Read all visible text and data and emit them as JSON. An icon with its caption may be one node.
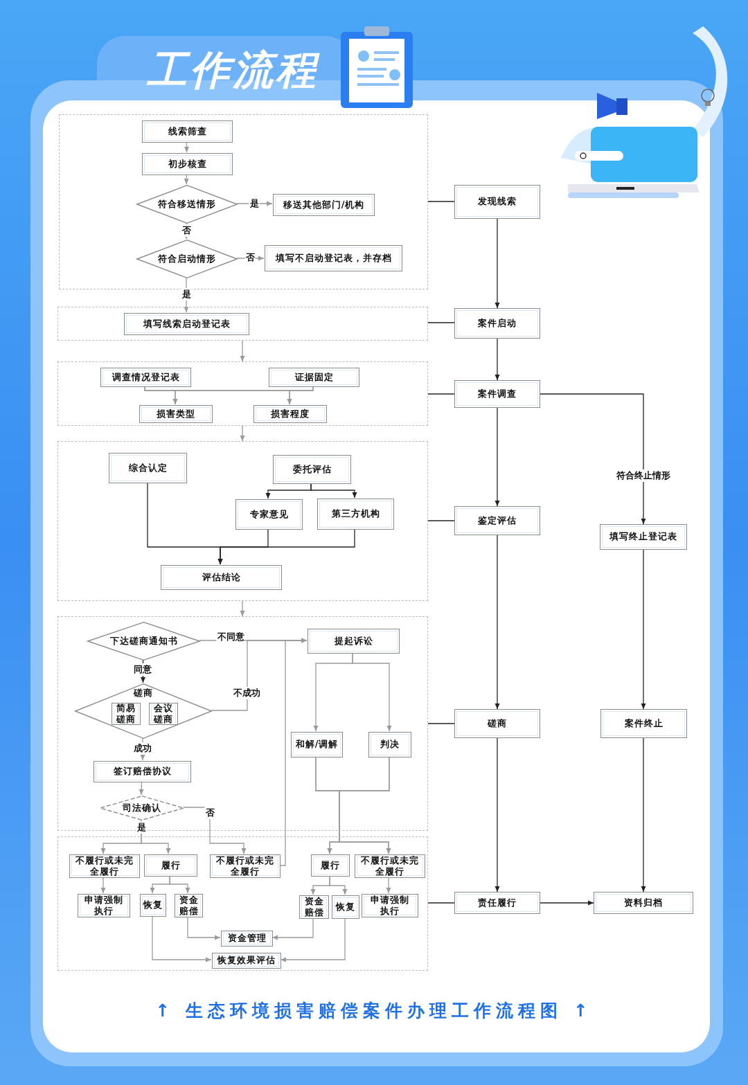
{
  "diagram": {
    "title": "工作流程",
    "caption": "↑ 生态环境损害赔偿案件办理工作流程图 ↑",
    "nodes": [
      {
        "text": [],
        "shape": "box"
      },
      {
        "text": [
          "线索筛查"
        ],
        "in": 0
      },
      {
        "text": [
          "初步核查"
        ],
        "in": 0
      },
      {
        "text": [
          "符合移送情形"
        ],
        "in": 0
      },
      {
        "text": [
          "移送其他部门/机构"
        ],
        "in": 0
      },
      {
        "text": [
          "符合启动情形"
        ],
        "in": 0
      },
      {
        "text": [
          "填写不启动登记表，并存档"
        ],
        "in": 0
      },
      {
        "text": [],
        "shape": "box"
      },
      {
        "text": [
          "填写线索启动登记表"
        ],
        "in": 7
      },
      {
        "text": [],
        "shape": "box"
      },
      {
        "text": [
          "调查情况登记表"
        ],
        "in": 9
      },
      {
        "text": [
          "证据固定"
        ],
        "in": 9
      },
      {
        "text": [
          "损害类型"
        ],
        "in": 9
      },
      {
        "text": [
          "损害程度"
        ],
        "in": 9
      },
      {
        "text": [],
        "shape": "box"
      },
      {
        "text": [
          "综合认定"
        ],
        "in": 14
      },
      {
        "text": [
          "委托评估"
        ],
        "in": 14
      },
      {
        "text": [
          "专家意见"
        ],
        "in": 14
      },
      {
        "text": [
          "第三方机构"
        ],
        "in": 14
      },
      {
        "text": [
          "评估结论"
        ],
        "in": 14
      },
      {
        "text": [],
        "shape": "box"
      },
      {
        "text": [
          "下达磋商通知书"
        ],
        "in": 20
      },
      {
        "text": [
          "磋商"
        ],
        "in": 20
      },
      {
        "text": [
          "简易磋商"
        ],
        "in": 22
      },
      {
        "text": [
          "会议磋商"
        ],
        "in": 22
      },
      {
        "text": [
          "提起诉讼"
        ],
        "in": 20
      },
      {
        "text": [
          "和解/调解"
        ],
        "in": 20
      },
      {
        "text": [
          "判决"
        ],
        "in": 20
      },
      {
        "text": [
          "签订赔偿协议"
        ],
        "in": 20
      },
      {
        "text": [
          "司法确认"
        ],
        "in": 20
      },
      {
        "text": [],
        "shape": "box"
      },
      {
        "text": [
          "不履行或未完全履行"
        ],
        "in": 30
      },
      {
        "text": [
          "履行"
        ],
        "in": 30
      },
      {
        "text": [
          "不履行或未完全履行"
        ],
        "in": 30
      },
      {
        "text": [
          "履行"
        ],
        "in": 30
      },
      {
        "text": [
          "不履行或未完全履行"
        ],
        "in": 30
      },
      {
        "text": [
          "申请强制执行"
        ],
        "in": 30
      },
      {
        "text": [
          "恢复"
        ],
        "in": 30
      },
      {
        "text": [
          "资金赔偿"
        ],
        "in": 30
      },
      {
        "text": [
          "资金赔偿"
        ],
        "in": 30
      },
      {
        "text": [
          "恢复"
        ],
        "in": 30
      },
      {
        "text": [
          "申请强制执行"
        ],
        "in": 30
      },
      {
        "text": [
          "资金管理"
        ],
        "in": 30
      },
      {
        "text": [
          "恢复效果评估"
        ],
        "in": 30
      },
      {
        "text": [
          "发现线索"
        ]
      },
      {
        "text": [
          "案件启动"
        ]
      },
      {
        "text": [
          "案件调查"
        ]
      },
      {
        "text": [
          "鉴定评估"
        ]
      },
      {
        "text": [
          "填写终止登记表"
        ]
      },
      {
        "text": [
          "磋商"
        ]
      },
      {
        "text": [
          "案件终止"
        ]
      },
      {
        "text": [
          "责任履行"
        ]
      },
      {
        "text": [
          "资料归档"
        ]
      }
    ],
    "edges": [
      {
        "from": 1,
        "to": 2,
        "arrow": "to"
      },
      {
        "from": 2,
        "to": 3,
        "arrow": "to"
      },
      {
        "from": 3,
        "to": 4,
        "arrow": "to",
        "label": "是"
      },
      {
        "from": 3,
        "to": 5,
        "arrow": "to",
        "label": "否"
      },
      {
        "from": 5,
        "to": 6,
        "arrow": "to",
        "label": "否"
      },
      {
        "from": 5,
        "to": 8,
        "arrow": "to",
        "label": "是"
      },
      {
        "from": 7,
        "to": 9,
        "arrow": "to"
      },
      {
        "from": 10,
        "to": 12,
        "arrow": "to"
      },
      {
        "from": 10,
        "to": 13,
        "arrow": "to"
      },
      {
        "from": 11,
        "to": 12,
        "arrow": "to"
      },
      {
        "from": 11,
        "to": 13,
        "arrow": "to"
      },
      {
        "from": 9,
        "to": 14,
        "arrow": "to"
      },
      {
        "from": 15,
        "to": 19,
        "arrow": "to",
        "color": "#222222"
      },
      {
        "from": 16,
        "to": 17,
        "arrow": "to",
        "color": "#222222"
      },
      {
        "from": 16,
        "to": 18,
        "arrow": "to",
        "color": "#222222"
      },
      {
        "from": 17,
        "to": 19,
        "arrow": "to",
        "color": "#222222"
      },
      {
        "from": 18,
        "to": 19,
        "arrow": "to",
        "color": "#222222"
      },
      {
        "from": 14,
        "to": 20,
        "arrow": "to"
      },
      {
        "from": 21,
        "to": 25,
        "arrow": "to",
        "label": "不同意"
      },
      {
        "from": 21,
        "to": 22,
        "arrow": "to",
        "label": "同意",
        "color": "#222222"
      },
      {
        "from": 22,
        "to": 25,
        "arrow": "to",
        "label": "不成功"
      },
      {
        "from": 22,
        "to": 28,
        "arrow": "to",
        "label": "成功"
      },
      {
        "from": 28,
        "to": 29,
        "arrow": "to"
      },
      {
        "from": 29,
        "to": 31,
        "arrow": "to",
        "label": "是"
      },
      {
        "from": 29,
        "to": 32,
        "arrow": "to"
      },
      {
        "from": 29,
        "to": 33,
        "arrow": "to",
        "label": "否"
      },
      {
        "from": 33,
        "to": 25,
        "arrow": "to"
      },
      {
        "from": 25,
        "to": 26,
        "arrow": "to"
      },
      {
        "from": 25,
        "to": 27,
        "arrow": "to"
      },
      {
        "from": 26,
        "to": 34,
        "arrow": "to"
      },
      {
        "from": 26,
        "to": 35,
        "arrow": "to"
      },
      {
        "from": 27,
        "to": 34,
        "arrow": "to"
      },
      {
        "from": 27,
        "to": 35,
        "arrow": "to"
      },
      {
        "from": 31,
        "to": 36,
        "arrow": "to"
      },
      {
        "from": 32,
        "to": 37,
        "arrow": "to"
      },
      {
        "from": 32,
        "to": 38,
        "arrow": "to"
      },
      {
        "from": 34,
        "to": 39,
        "arrow": "to"
      },
      {
        "from": 34,
        "to": 40,
        "arrow": "to"
      },
      {
        "from": 35,
        "to": 41,
        "arrow": "to"
      },
      {
        "from": 38,
        "to": 42,
        "arrow": "to"
      },
      {
        "from": 39,
        "to": 42,
        "arrow": "to"
      },
      {
        "from": 37,
        "to": 43,
        "arrow": "to"
      },
      {
        "from": 40,
        "to": 43,
        "arrow": "to"
      },
      {
        "from": 44,
        "to": 45,
        "arrow": "to",
        "color": "#222222"
      },
      {
        "from": 45,
        "to": 46,
        "arrow": "to",
        "color": "#222222"
      },
      {
        "from": 46,
        "to": 47,
        "arrow": "to",
        "color": "#222222"
      },
      {
        "from": 46,
        "to": 48,
        "arrow": "to",
        "label": "符合终止情形",
        "color": "#222222"
      },
      {
        "from": 47,
        "to": 49,
        "arrow": "to",
        "color": "#222222"
      },
      {
        "from": 48,
        "to": 50,
        "arrow": "to",
        "color": "#222222"
      },
      {
        "from": 49,
        "to": 51,
        "arrow": "to",
        "color": "#222222"
      },
      {
        "from": 50,
        "to": 52,
        "arrow": "to",
        "color": "#222222"
      },
      {
        "from": 51,
        "to": 52,
        "arrow": "to",
        "color": "#222222"
      },
      {
        "from": 0,
        "to": 44,
        "arrow": "none",
        "color": "#222222"
      },
      {
        "from": 7,
        "to": 45,
        "arrow": "none",
        "color": "#222222"
      },
      {
        "from": 9,
        "to": 46,
        "arrow": "none",
        "color": "#222222"
      },
      {
        "from": 14,
        "to": 47,
        "arrow": "none",
        "color": "#222222"
      },
      {
        "from": 20,
        "to": 49,
        "arrow": "none",
        "color": "#222222"
      },
      {
        "from": 30,
        "to": 51,
        "arrow": "none",
        "color": "#222222"
      }
    ]
  }
}
